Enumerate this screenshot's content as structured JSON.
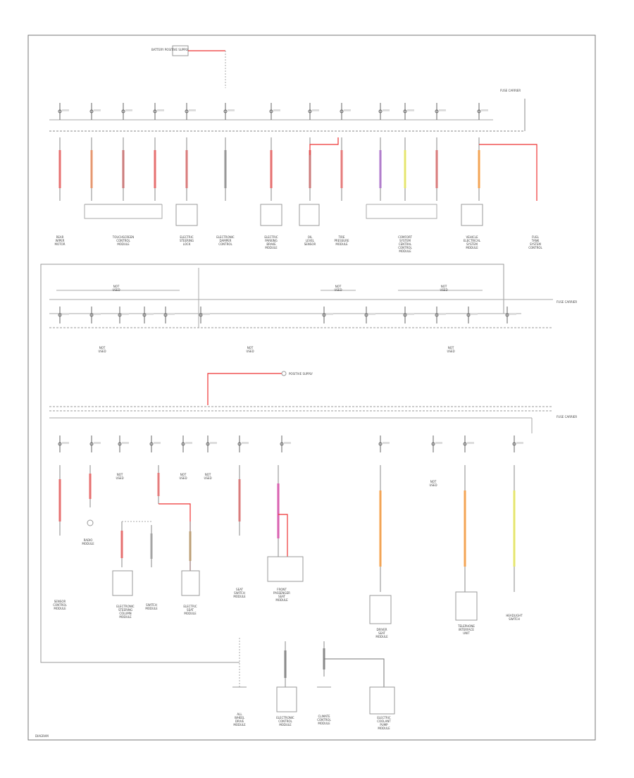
{
  "diagram": {
    "labels": {
      "bus1_right": "FUSE CARRIER",
      "bus2_right": "FUSE CARRIER",
      "bus3_right": "FUSE CARRIER",
      "top_supply": "BATTERY POSITIVE SUPPLY",
      "mid_supply": "POSITIVE SUPPLY",
      "row1_loads": [
        "REAR WIPER MOTOR",
        "TOUCHSCREEN CONTROL MODULE",
        "ELECTRIC STEERING LOCK",
        "ELECTRONIC DAMPER CONTROL",
        "ELECTRIC PARKING BRAKE MODULE",
        "OIL LEVEL SENSOR",
        "TIRE PRESSURE MODULE",
        "COMFORT SYSTEM CENTRAL CONTROL MODULE",
        "VEHICLE ELECTRICAL SYSTEM MODULE",
        "FUEL TANK SYSTEM CONTROL"
      ],
      "row2_groups": [
        "NOT USED",
        "NOT USED",
        "NOT USED"
      ],
      "row2_bottom": [
        "NOT USED",
        "NOT USED",
        "NOT USED"
      ],
      "row3_notused": [
        "NOT USED",
        "NOT USED",
        "NOT USED",
        "NOT USED"
      ],
      "row3_loads": [
        "SENSOR CONTROL MODULE",
        "RADIO MODULE",
        "SWITCH MODULE",
        "ELECTRIC SEAT MODULE",
        "ELECTRONIC STEERING COLUMN MODULE",
        "SEAT SWITCH MODULE",
        "FRONT PASSENGER SEAT MODULE",
        "DRIVER SEAT MODULE",
        "TELEPHONE INTERFACE UNIT",
        "HEADLIGHT SWITCH"
      ],
      "row4_loads": [
        "ALL WHEEL DRIVE MODULE",
        "ELECTRONIC CONTROL MODULE",
        "CLIMATE CONTROL MODULE",
        "ELECTRIC COOLANT PUMP MODULE"
      ],
      "footer": "DIAGRAM"
    }
  }
}
